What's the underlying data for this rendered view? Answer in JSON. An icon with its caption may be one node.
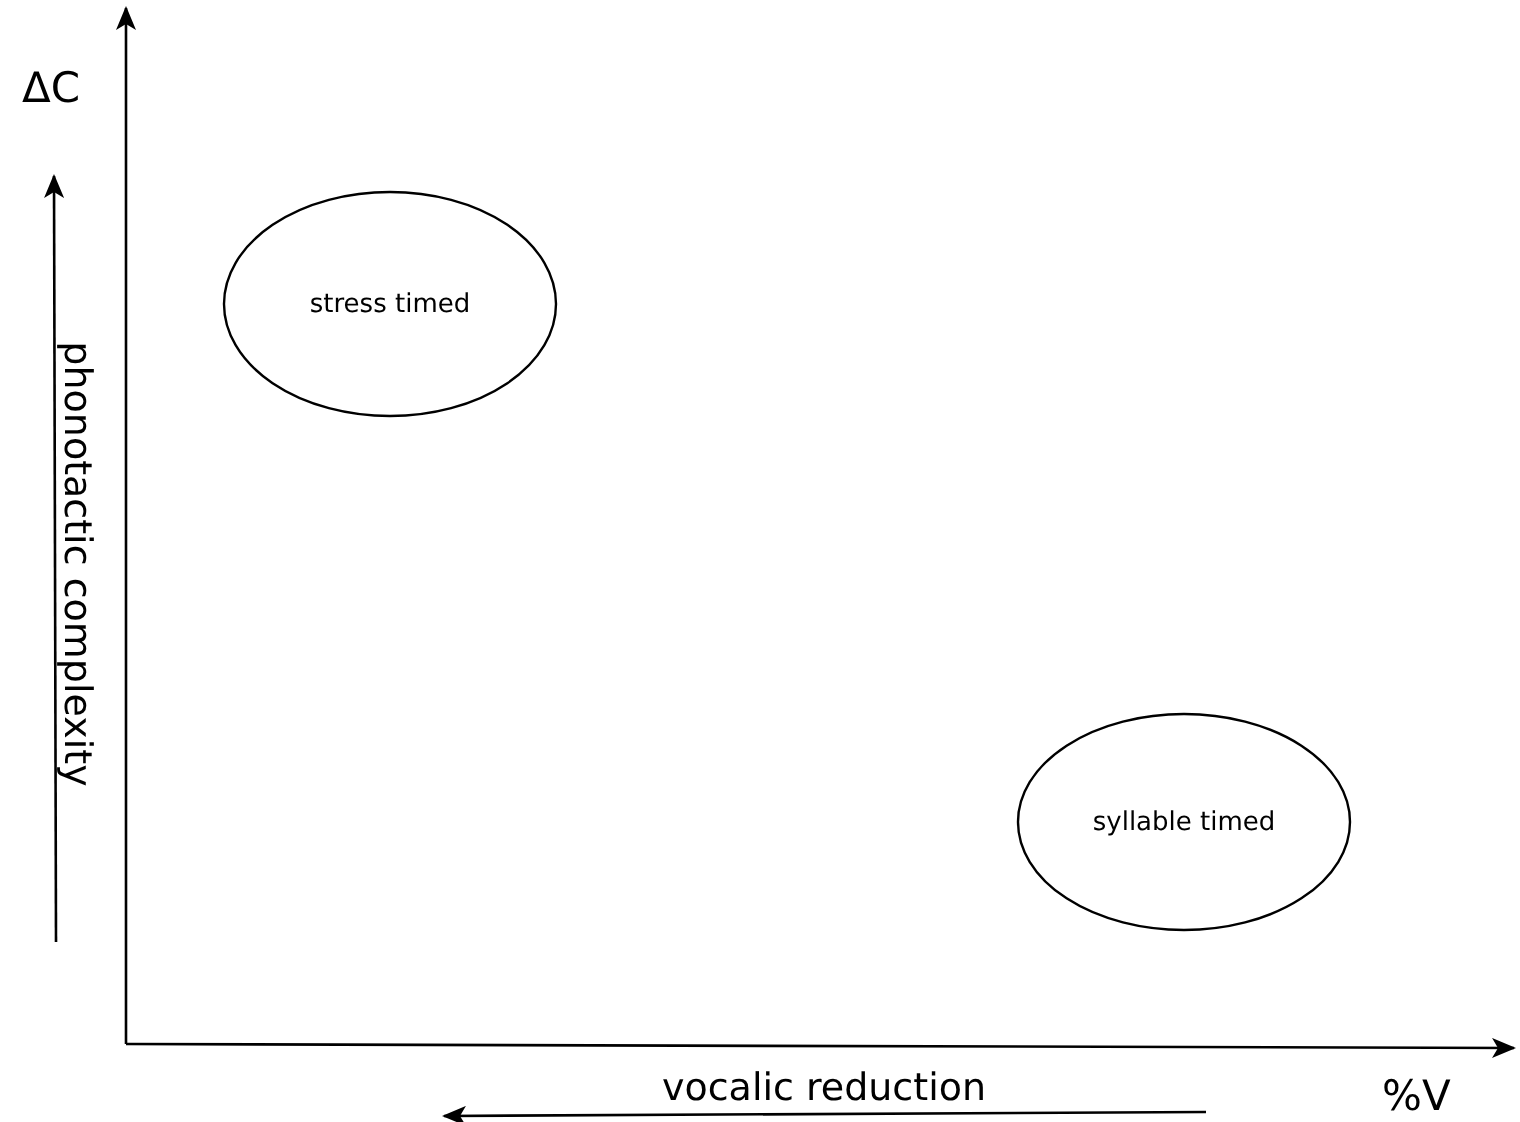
{
  "diagram": {
    "nodes": [
      {
        "text": [
          "stress timed"
        ]
      },
      {
        "text": [
          "syllable timed"
        ]
      }
    ],
    "labels": [
      "ΔC",
      "phonotactic complexity",
      "vocalic reduction",
      "%V"
    ]
  }
}
